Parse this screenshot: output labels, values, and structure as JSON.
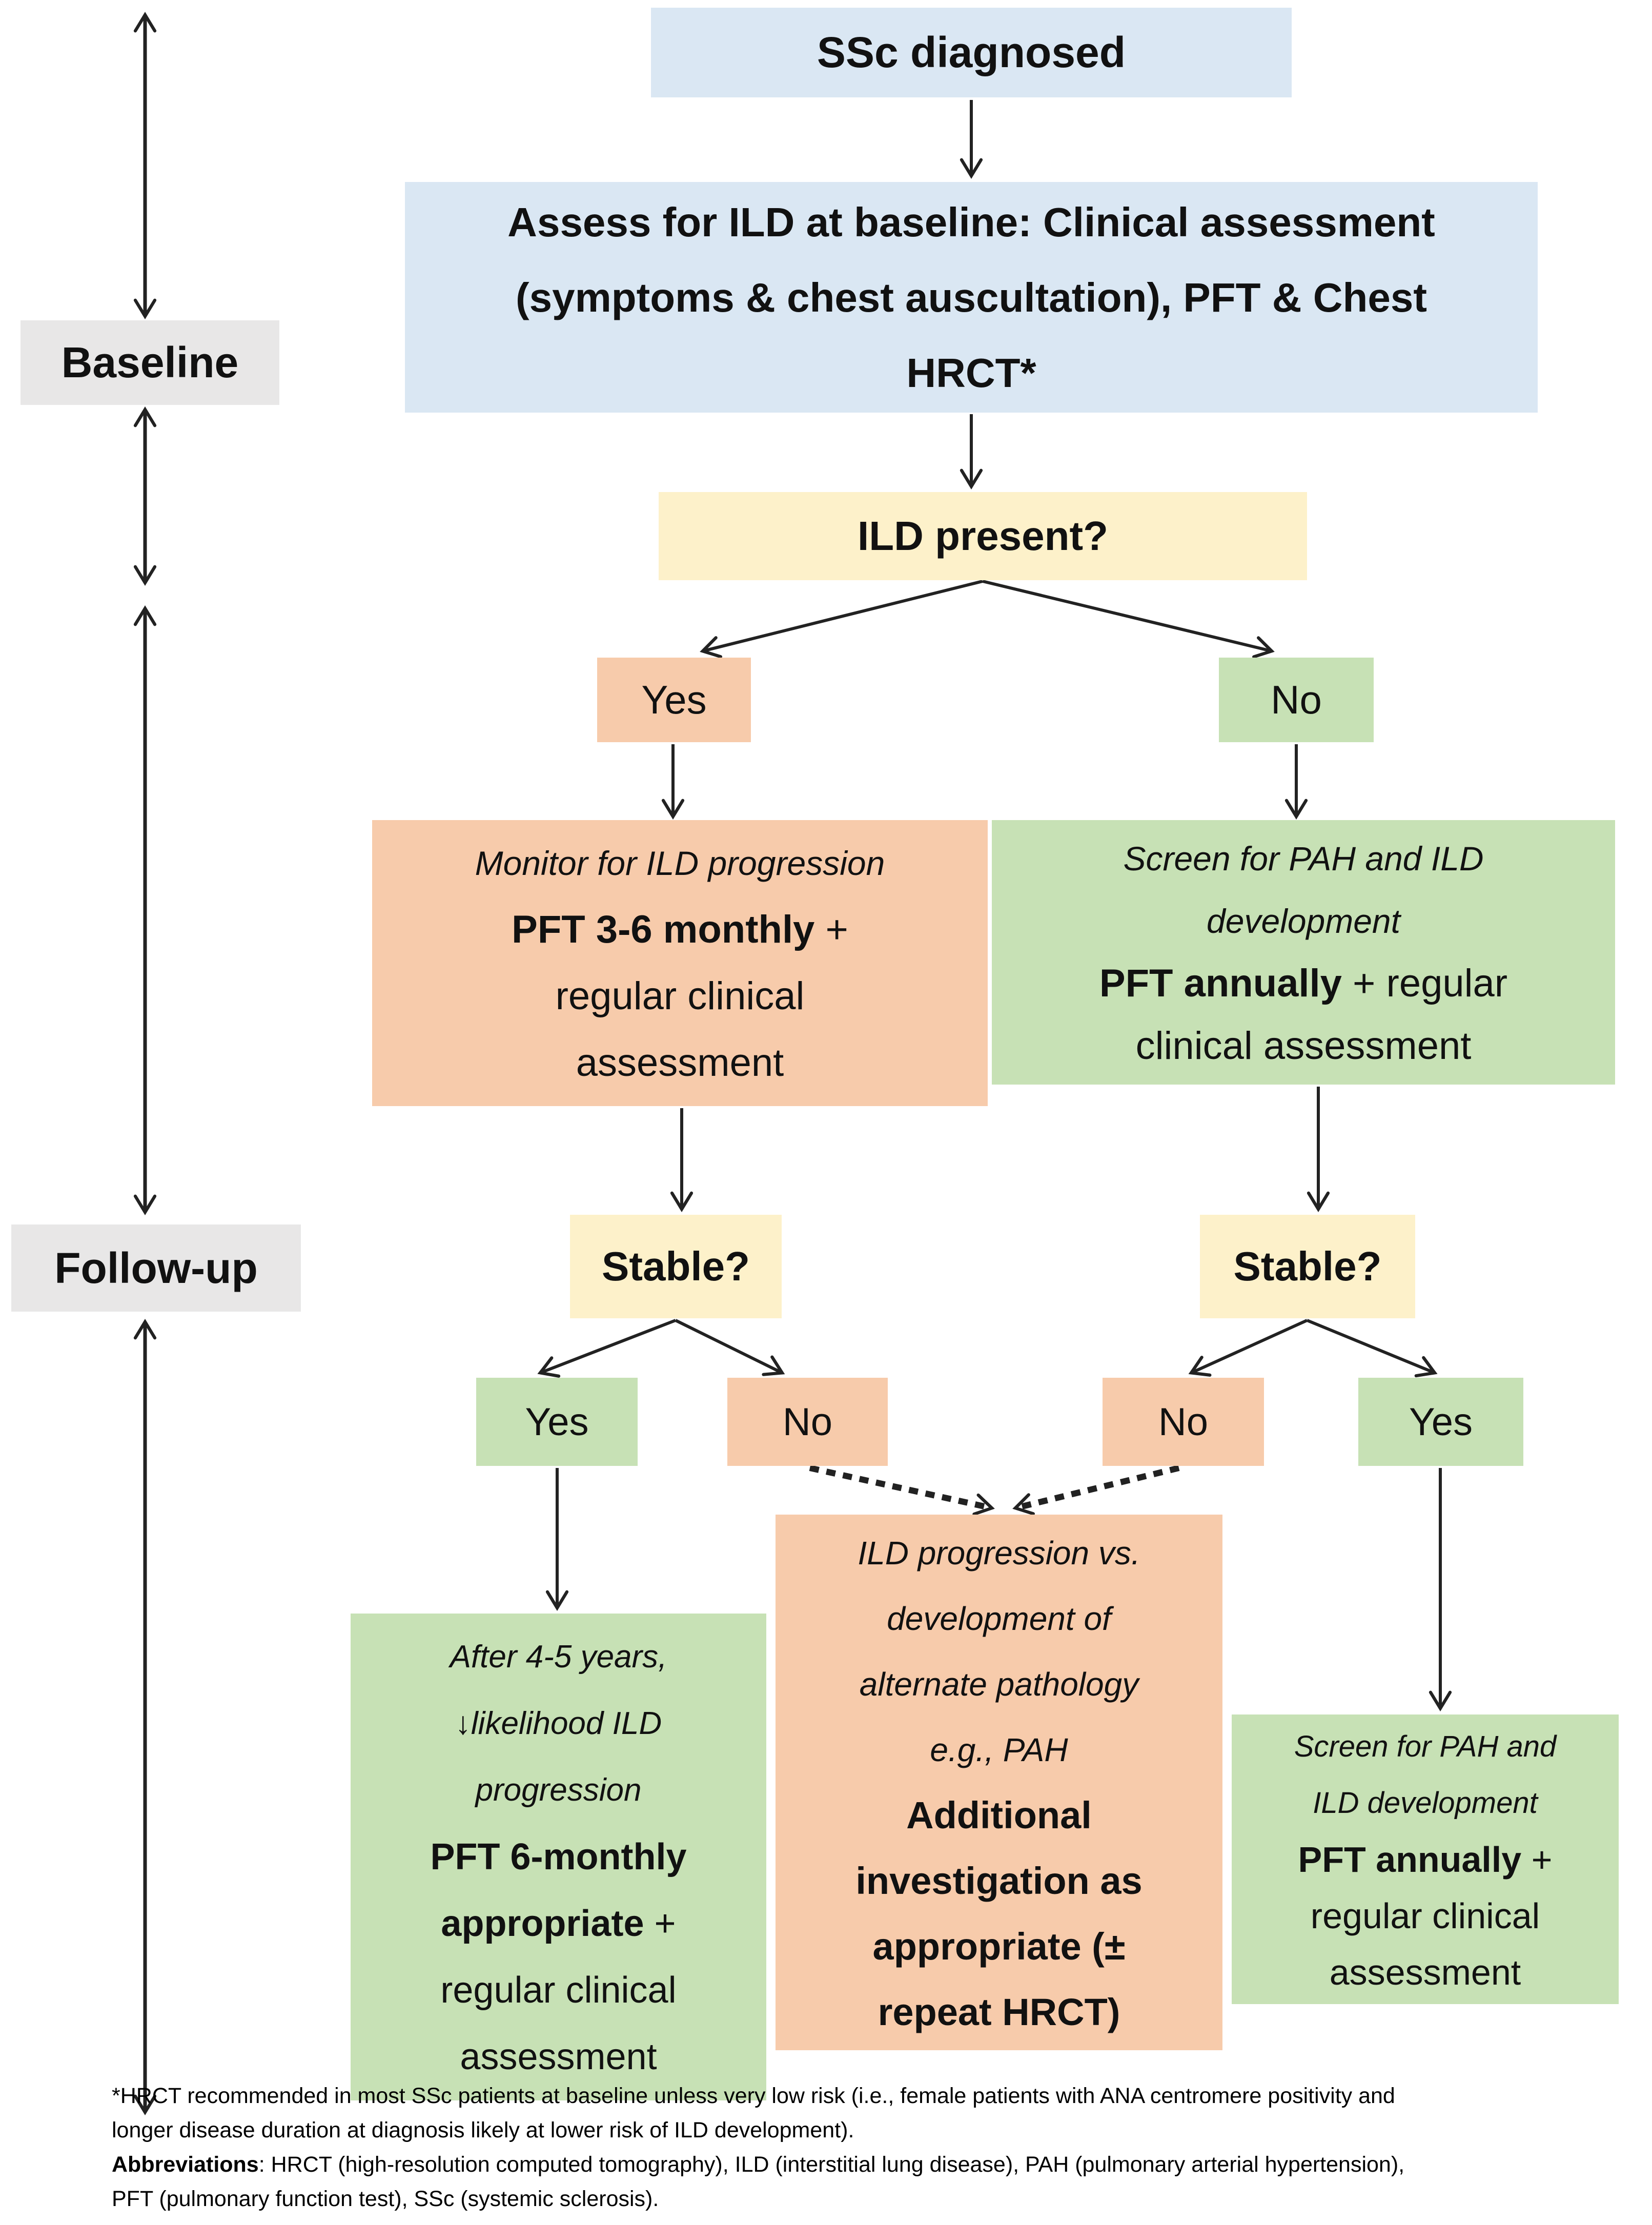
{
  "palette": {
    "node_blue": "#dae7f3",
    "node_yellow": "#fdf1ca",
    "node_orange": "#f7cbab",
    "node_green": "#c7e1b5",
    "side_label_gray": "#e8e7e7",
    "arrow_color": "#222222",
    "text_color": "#111111"
  },
  "side_labels": {
    "baseline": "Baseline",
    "followup": "Follow-up"
  },
  "nodes": {
    "ssc": {
      "text": "SSc diagnosed"
    },
    "assess": {
      "l1": "Assess for ILD at baseline: Clinical assessment",
      "l2": "(symptoms & chest auscultation), PFT & Chest",
      "l3": "HRCT*"
    },
    "ild_present": {
      "text": "ILD present?"
    },
    "yes1": {
      "text": "Yes"
    },
    "no1": {
      "text": "No"
    },
    "monitor": {
      "l1": "Monitor for ILD progression",
      "l2b": "PFT 3-6 monthly",
      "l2r": " +",
      "l3": "regular clinical",
      "l4": "assessment"
    },
    "screen1": {
      "l1": "Screen for PAH and ILD",
      "l2": "development",
      "l3b": "PFT annually",
      "l3r": " + regular",
      "l4": "clinical assessment"
    },
    "stable_left": {
      "text": "Stable?"
    },
    "stable_right": {
      "text": "Stable?"
    },
    "yes2": {
      "text": "Yes"
    },
    "no2": {
      "text": "No"
    },
    "no3": {
      "text": "No"
    },
    "yes3": {
      "text": "Yes"
    },
    "after45": {
      "l1": "After 4-5 years,",
      "l2": "↓likelihood ILD",
      "l3": "progression",
      "l4": "PFT 6-monthly",
      "l5b": "appropriate",
      "l5r": " +",
      "l6": "regular clinical",
      "l7": "assessment"
    },
    "ildprog": {
      "l1": "ILD progression vs.",
      "l2": "development of",
      "l3": "alternate pathology",
      "l4": "e.g., PAH",
      "l5": "Additional",
      "l6": "investigation as",
      "l7": "appropriate (±",
      "l8": "repeat HRCT)"
    },
    "screen2": {
      "l1": "Screen for PAH and",
      "l2": "ILD development",
      "l3b": "PFT annually",
      "l3r": " +",
      "l4": "regular clinical",
      "l5": "assessment"
    }
  },
  "footnote": {
    "line1": "*HRCT recommended in most SSc patients at baseline unless very low risk (i.e., female patients with ANA centromere positivity and",
    "line2": "longer disease duration at diagnosis likely at lower risk of ILD development).",
    "abbr_label": "Abbreviations",
    "abbr_text": ": HRCT (high-resolution computed tomography),  ILD (interstitial lung disease), PAH (pulmonary  arterial hypertension),",
    "line4": "PFT (pulmonary  function test), SSc (systemic sclerosis)."
  }
}
